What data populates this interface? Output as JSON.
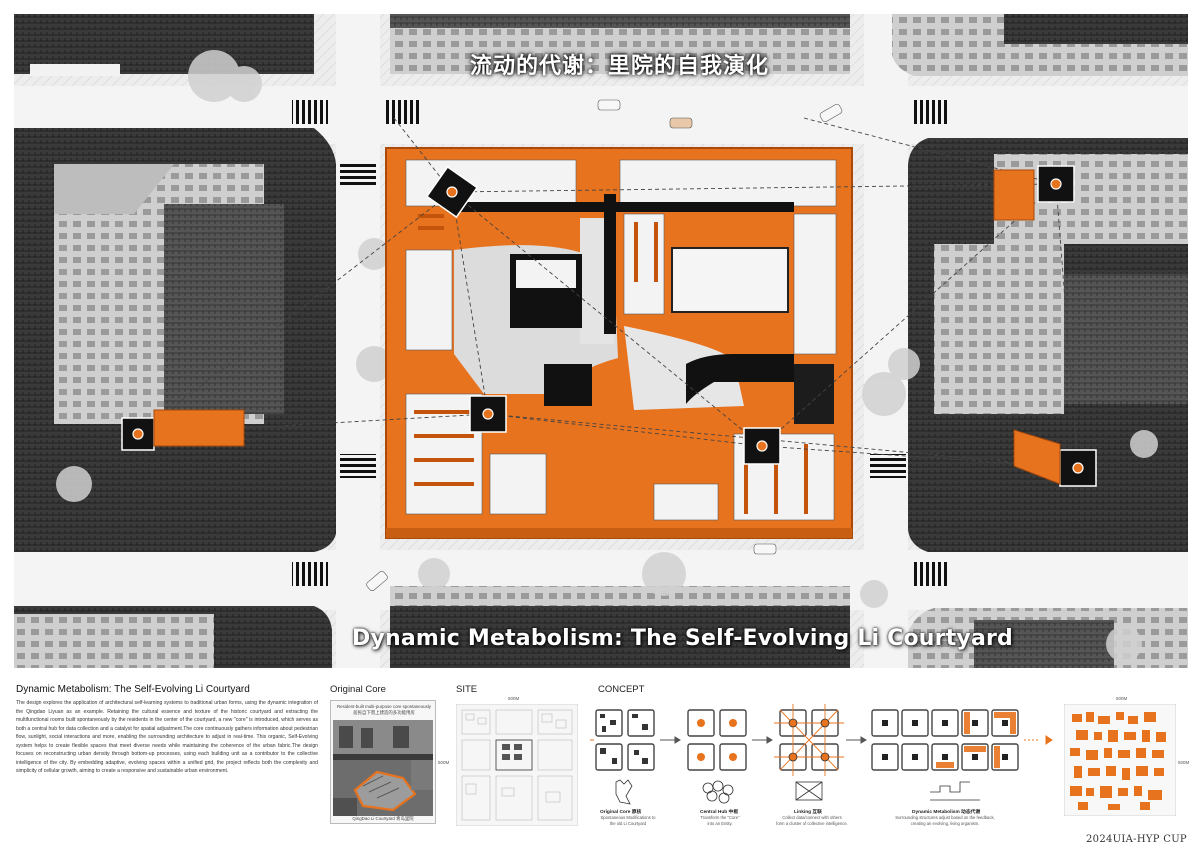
{
  "poster": {
    "title_cn": "流动的代谢：里院的自我演化",
    "title_en": "Dynamic Metabolism: The Self-Evolving Li Courtyard",
    "accent_color": "#e8731e",
    "competition": "2024UIA-HYP CUP"
  },
  "description": {
    "heading": "Dynamic Metabolism: The Self-Evolving Li Courtyard",
    "body": "The design explores the application of architectural self-learning systems to traditional urban forms, using the dynamic integration of the Qingdao Liyuan as an example. Retaining the cultural essence and texture of the historic courtyard and extracting the multifunctional rooms built spontaneously by the residents in the center of the courtyard, a new \"core\" is introduced, which serves as both a central hub for data collection and a catalyst for spatial adjustment.The core continuously gathers information about pedestrian flow, sunlight, social interactions and more, enabling the surrounding architecture to adjust in real-time. This organic, Self-Evolving system helps to create flexible spaces that meet diverse needs while maintaining the coherence of the urban fabric.The design focuses on reconstructing urban density through bottom-up processes, using each building unit as a contributor to the collective intelligence of the city. By embedding adaptive, evolving spaces within a unified grid, the project reflects both the complexity and simplicity of cellular growth, aiming to create a responsive and sustainable urban environment."
  },
  "original_core": {
    "title": "Original Core",
    "note": "Resident-built multi-purpose core spontaneously\n居民自下而上建造的多功能用房",
    "caption": "QingDao Li Courtyard 青岛里院"
  },
  "site": {
    "title": "SITE",
    "dim_top": "500M",
    "dim_side": "500M"
  },
  "concept": {
    "title": "CONCEPT",
    "steps": [
      {
        "label": "Original Core 原核",
        "desc": "Spontaneous Modifications to\nthe old Li Courtyard"
      },
      {
        "label": "Central Hub 中枢",
        "desc": "Transform the \"Core\"\ninto an Entity."
      },
      {
        "label": "Linking 互联",
        "desc": "Collect data/connect with others\nform a cluster of collective intelligence."
      },
      {
        "label": "Dynamic Metabolism 动态代谢",
        "desc": "Surrounding structures adjust based on the feedback,\ncreating an evolving, living organism."
      }
    ]
  },
  "result": {
    "dim_top": "500M",
    "dim_side": "500M"
  }
}
